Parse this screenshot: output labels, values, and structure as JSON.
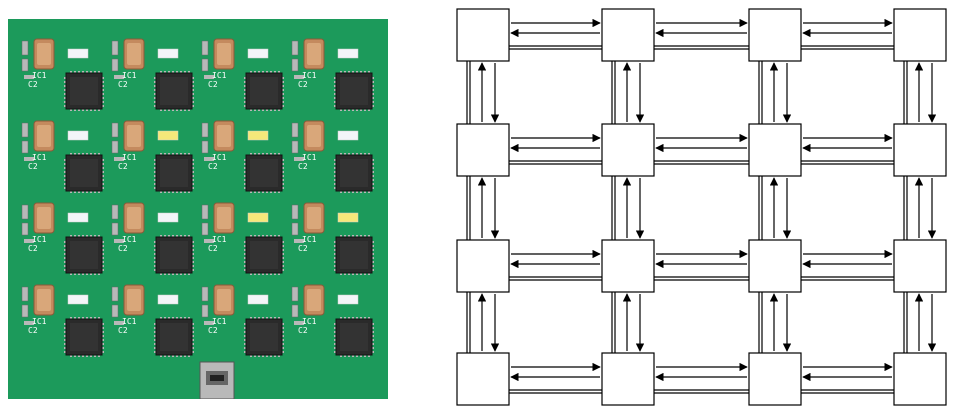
{
  "pcb": {
    "grid": {
      "rows": 4,
      "cols": 4
    },
    "colors": {
      "board": "#1c9a5b",
      "chip": "#2a2a2a",
      "crystal_body": "#c48a5e",
      "crystal_inner": "#d9a77a",
      "led_white": "#f2f5f8",
      "led_yellow": "#f5e87a",
      "silkscreen": "#ffffff",
      "pad": "#b8b8b8"
    },
    "led_states": [
      [
        "white",
        "white",
        "white",
        "white"
      ],
      [
        "white",
        "yellow",
        "yellow",
        "white"
      ],
      [
        "white",
        "white",
        "yellow",
        "yellow"
      ],
      [
        "white",
        "white",
        "white",
        "white"
      ]
    ],
    "labels": {
      "ic": "IC1",
      "cap": "C2"
    },
    "usb_connector_icon": "mini-usb-connector-icon"
  },
  "mesh": {
    "grid": {
      "rows": 4,
      "cols": 4
    },
    "node_fill": "#ffffff",
    "line_color": "#000000",
    "topology": "2d-mesh-bidirectional"
  }
}
